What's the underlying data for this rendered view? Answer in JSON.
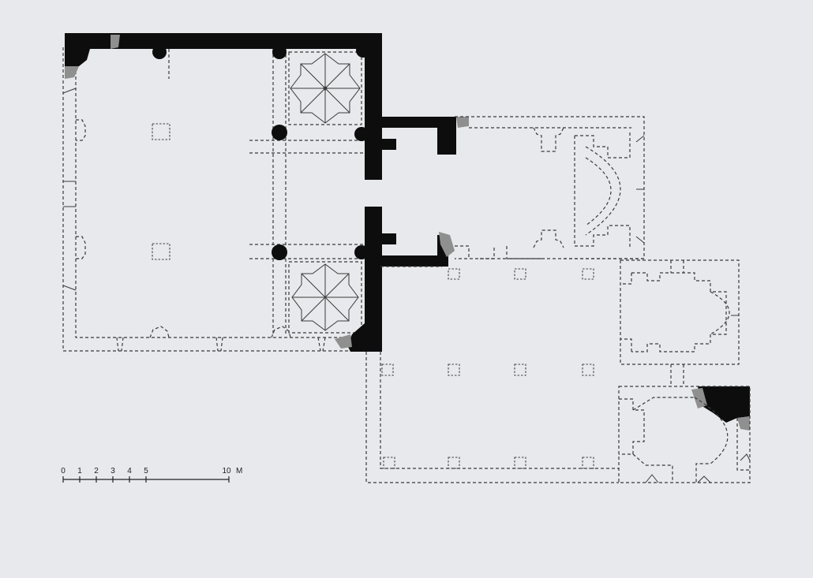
{
  "diagram": {
    "kind": "architectural floor plan",
    "colors": {
      "background": "#e7e9ec",
      "surviving_wall": "#0d0d0d",
      "ruined_wall": "#8f8f8f",
      "reconstructed_outline": "#3a3a3a"
    },
    "scale_bar": {
      "labels": [
        "0",
        "1",
        "2",
        "3",
        "4",
        "5",
        "10"
      ],
      "unit": "M"
    }
  }
}
